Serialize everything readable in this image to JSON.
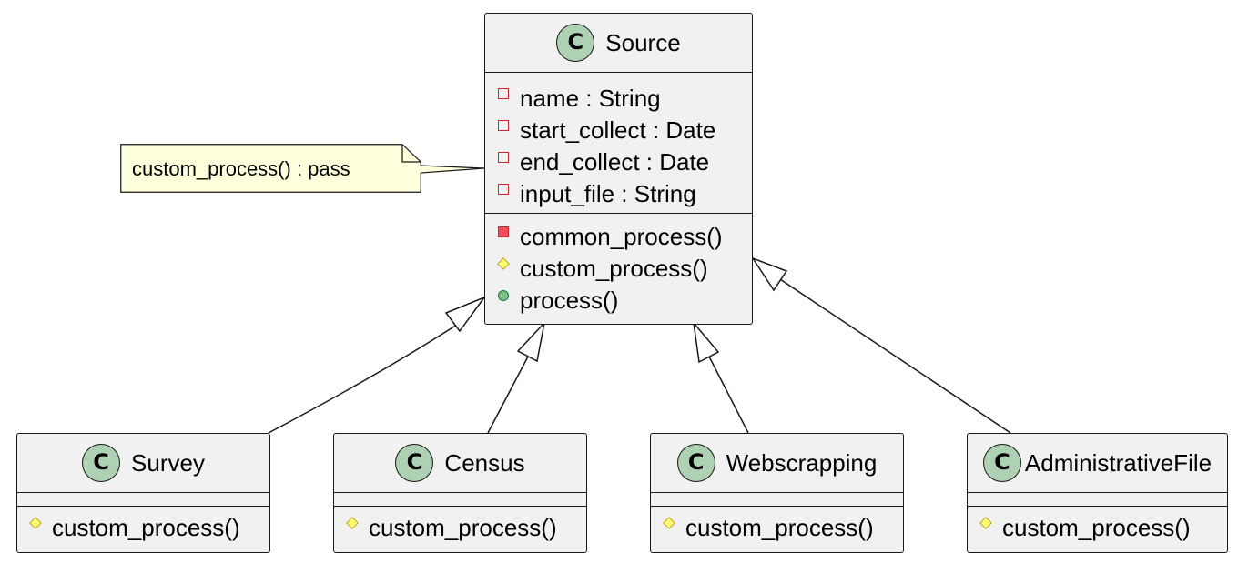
{
  "source": {
    "name": "Source",
    "stereotype_letter": "C",
    "fields": [
      "name : String",
      "start_collect : Date",
      "end_collect : Date",
      "input_file : String"
    ],
    "methods": [
      "common_process()",
      "custom_process()",
      "process()"
    ]
  },
  "note": {
    "text": "custom_process() : pass"
  },
  "children": [
    {
      "name": "Survey",
      "stereotype_letter": "C",
      "method": "custom_process()"
    },
    {
      "name": "Census",
      "stereotype_letter": "C",
      "method": "custom_process()"
    },
    {
      "name": "Webscrapping",
      "stereotype_letter": "C",
      "method": "custom_process()"
    },
    {
      "name": "AdministrativeFile",
      "stereotype_letter": "C",
      "method": "custom_process()"
    }
  ],
  "colors": {
    "class_fill": "#f1f1f1",
    "class_border": "#181818",
    "class_icon": "#add1b2",
    "note_fill": "#feffdd",
    "private_marker": "#c82930",
    "protected_marker": "#fffe6e",
    "public_marker": "#84be84"
  }
}
